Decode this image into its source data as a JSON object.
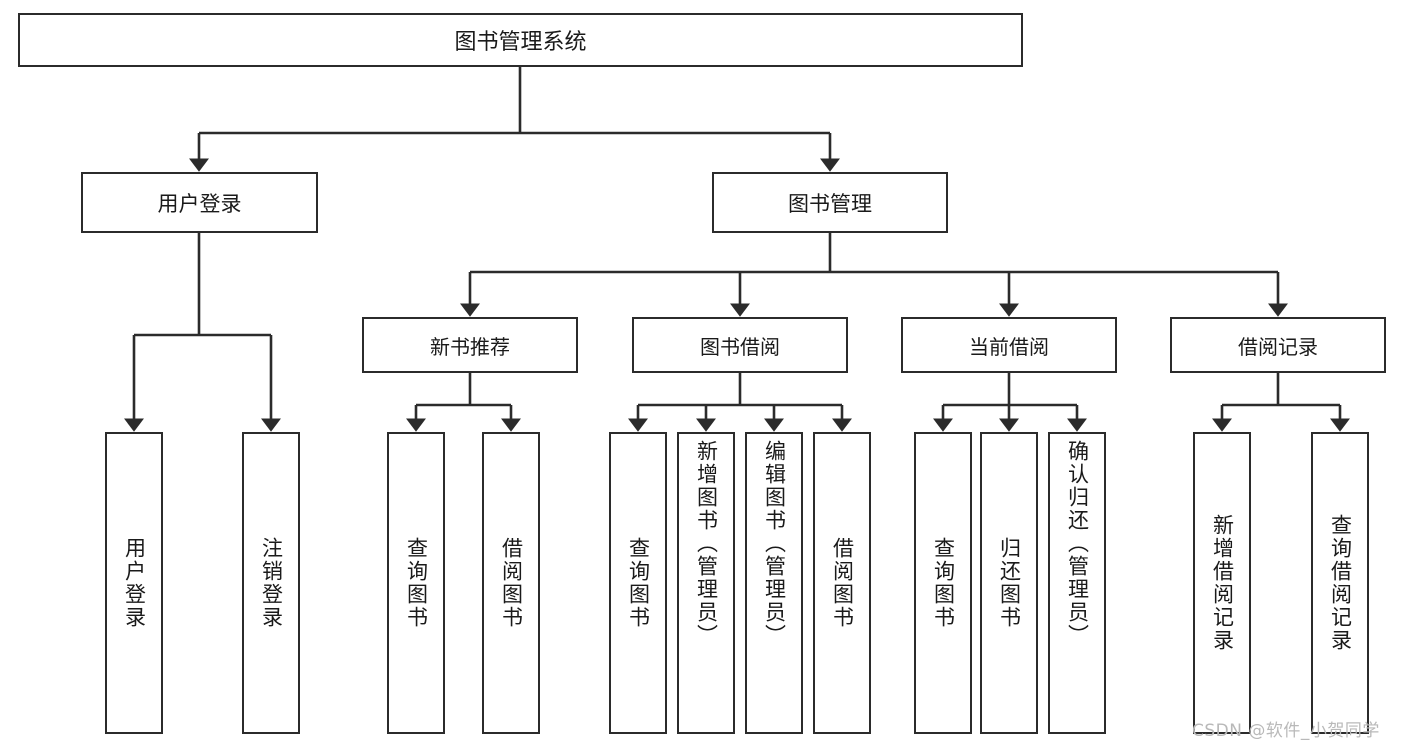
{
  "diagram": {
    "type": "tree-hierarchy",
    "title": "图书管理系统",
    "root": {
      "label": "图书管理系统"
    },
    "level2": [
      {
        "label": "用户登录"
      },
      {
        "label": "图书管理"
      }
    ],
    "level3": [
      {
        "label": "新书推荐"
      },
      {
        "label": "图书借阅"
      },
      {
        "label": "当前借阅"
      },
      {
        "label": "借阅记录"
      }
    ],
    "leaves": {
      "user_login": [
        {
          "label": "用户登录"
        },
        {
          "label": "注销登录"
        }
      ],
      "new_book_recommend": [
        {
          "label": "查询图书"
        },
        {
          "label": "借阅图书"
        }
      ],
      "book_borrow": [
        {
          "label": "查询图书"
        },
        {
          "label": "新增图书（管理员）"
        },
        {
          "label": "编辑图书（管理员）"
        },
        {
          "label": "借阅图书"
        }
      ],
      "current_borrow": [
        {
          "label": "查询图书"
        },
        {
          "label": "归还图书"
        },
        {
          "label": "确认归还（管理员）"
        }
      ],
      "borrow_records": [
        {
          "label": "新增借阅记录"
        },
        {
          "label": "查询借阅记录"
        }
      ]
    }
  },
  "watermark": {
    "text": "CSDN @软件_小贺同学"
  },
  "colors": {
    "stroke": "#2b2b2b",
    "text": "#1a1a1a",
    "background": "#ffffff",
    "watermark": "#b9b9b9"
  }
}
